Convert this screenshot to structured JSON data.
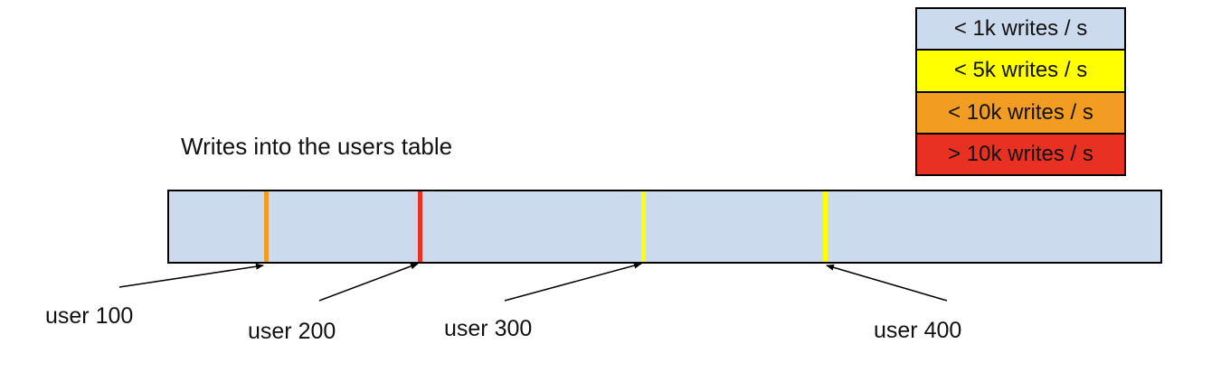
{
  "title": "Writes into the users table",
  "colors": {
    "bar_fill": "#ccdaee",
    "yellow": "#ffff00",
    "orange": "#f29d21",
    "red": "#e83122",
    "border": "#000000"
  },
  "legend": {
    "items": [
      {
        "label": "< 1k writes / s",
        "color": "#ccdaee"
      },
      {
        "label": "< 5k writes / s",
        "color": "#ffff00"
      },
      {
        "label": "< 10k writes / s",
        "color": "#f29d21"
      },
      {
        "label": "> 10k writes / s",
        "color": "#e83122"
      }
    ]
  },
  "bar": {
    "fill": "#ccdaee",
    "markers": [
      {
        "user": "user 100",
        "rate": "< 10k writes / s",
        "color": "#f29d21"
      },
      {
        "user": "user 200",
        "rate": "> 10k writes / s",
        "color": "#e83122"
      },
      {
        "user": "user 300",
        "rate": "< 5k writes / s",
        "color": "#ffff00"
      },
      {
        "user": "user 400",
        "rate": "< 5k writes / s",
        "color": "#ffff00"
      }
    ]
  },
  "labels": {
    "user100": "user 100",
    "user200": "user 200",
    "user300": "user 300",
    "user400": "user 400"
  }
}
